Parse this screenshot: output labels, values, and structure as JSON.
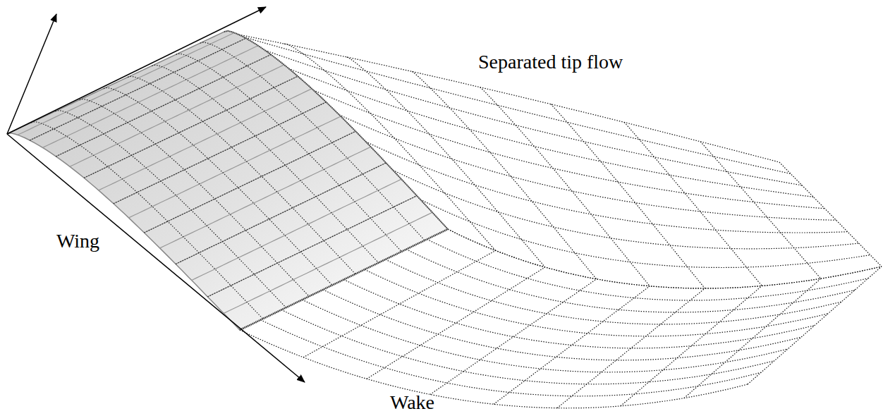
{
  "diagram": {
    "labels": [
      "Separated tip flow",
      "Wing",
      "Wake"
    ]
  }
}
